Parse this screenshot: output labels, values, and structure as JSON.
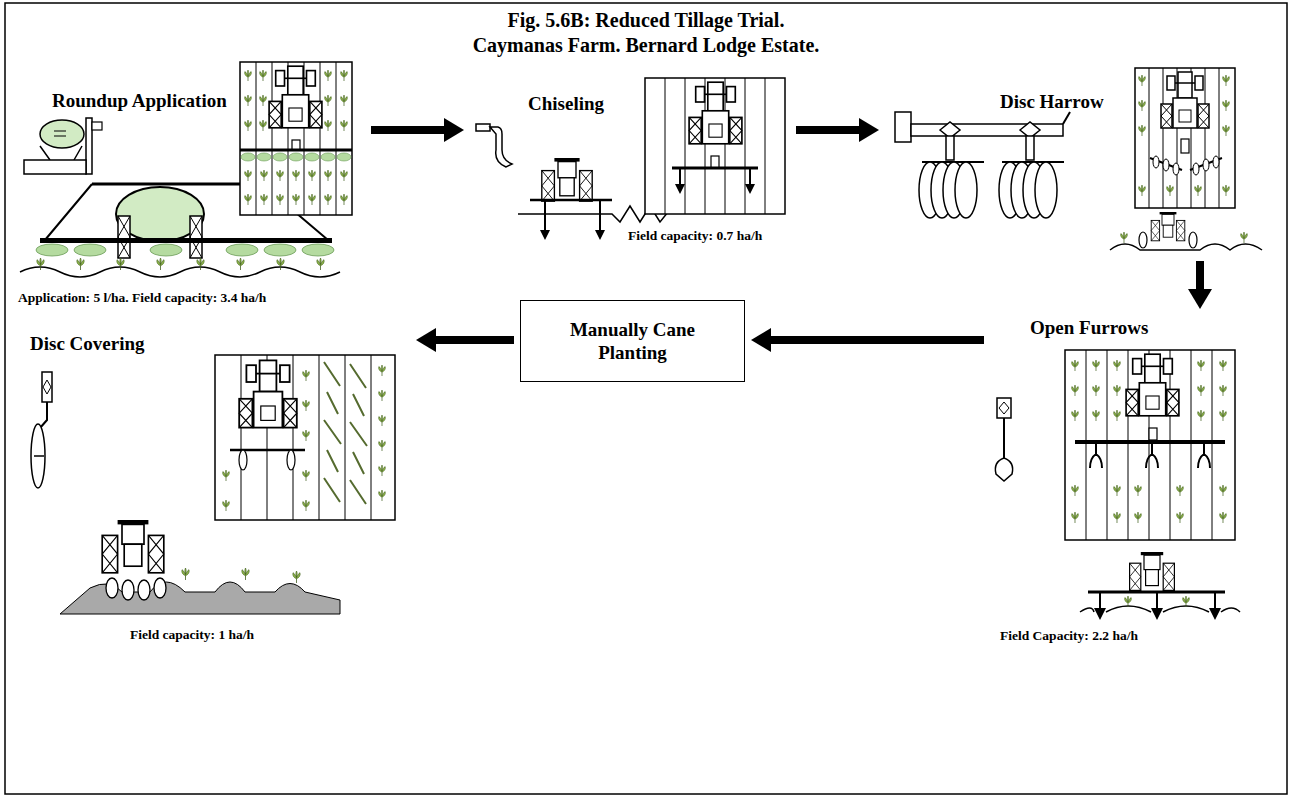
{
  "diagram": {
    "title": "Fig. 5.6B: Reduced Tillage Trial. Caymanas Farm. Bernard Lodge Estate.",
    "nodes": [
      {
        "text": [
          "Roundup Application",
          "Application: 5 l/ha. Field capacity: 3.4 ha/h"
        ]
      },
      {
        "text": [
          "Chiseling",
          "Field capacity: 0.7 ha/h"
        ]
      },
      {
        "text": [
          "Disc Harrow"
        ]
      },
      {
        "text": [
          "Open Furrows",
          "Field Capacity: 2.2 ha/h"
        ]
      },
      {
        "text": [
          "Manually Cane Planting"
        ]
      },
      {
        "text": [
          "Disc Covering",
          "Field capacity: 1 ha/h"
        ]
      }
    ],
    "edges": [
      {
        "from": 0,
        "to": 1,
        "arrow": "to"
      },
      {
        "from": 1,
        "to": 2,
        "arrow": "to"
      },
      {
        "from": 2,
        "to": 3,
        "arrow": "to"
      },
      {
        "from": 3,
        "to": 4,
        "arrow": "to"
      },
      {
        "from": 4,
        "to": 5,
        "arrow": "to"
      }
    ]
  }
}
